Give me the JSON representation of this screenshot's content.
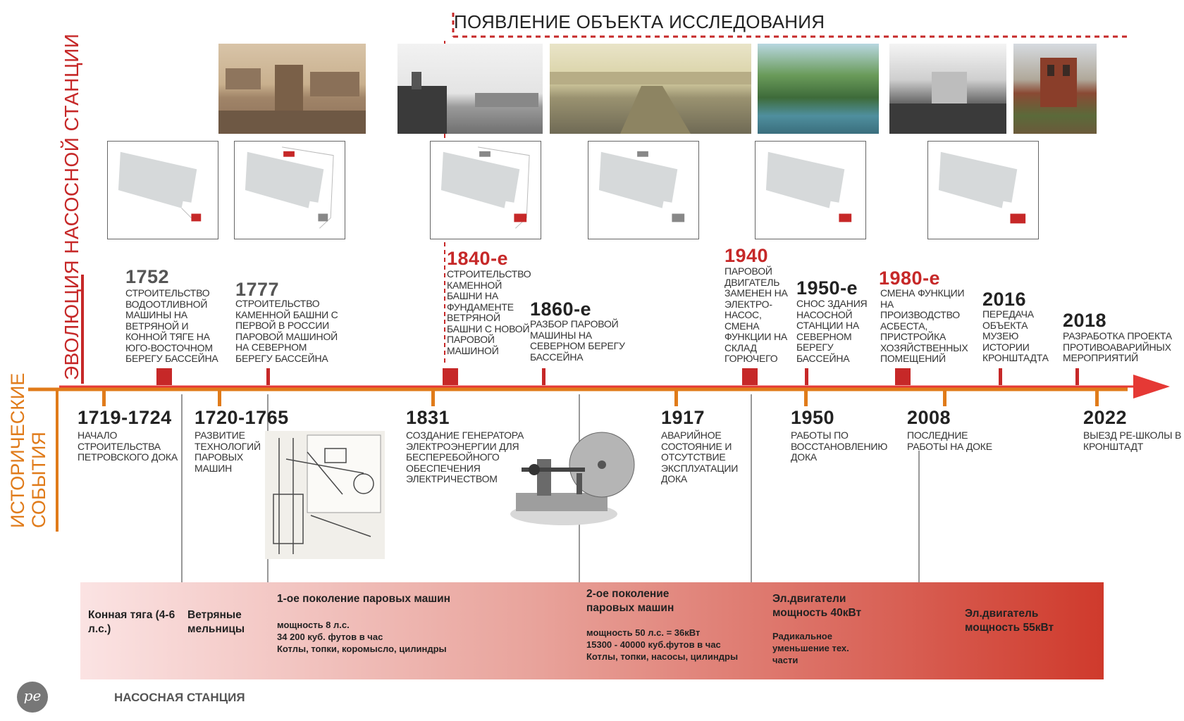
{
  "side_titles": {
    "pump_evolution": "ЭВОЛЮЦИЯ НАСОСНОЙ СТАНЦИИ",
    "historical_events": [
      "ИСТОРИЧЕСКИЕ",
      "СОБЫТИЯ"
    ]
  },
  "research_title": "ПОЯВЛЕНИЕ ОБЪЕКТА ИССЛЕДОВАНИЯ",
  "pump_events": [
    {
      "year": "1752",
      "text": "СТРОИТЕЛЬСТВО ВОДООТЛИВНОЙ МАШИНЫ НА ВЕТРЯНОЙ И КОННОЙ ТЯГЕ НА ЮГО-ВОСТОЧНОМ БЕРЕГУ БАССЕЙНА"
    },
    {
      "year": "1777",
      "text": "СТРОИТЕЛЬСТВО КАМЕННОЙ БАШНИ С ПЕРВОЙ В РОССИИ ПАРОВОЙ МАШИНОЙ НА СЕВЕРНОМ БЕРЕГУ БАССЕЙНА"
    },
    {
      "year": "1840-е",
      "text": "СТРОИТЕЛЬСТВО КАМЕННОЙ БАШНИ НА ФУНДАМЕНТЕ ВЕТРЯНОЙ БАШНИ С НОВОЙ ПАРОВОЙ МАШИНОЙ"
    },
    {
      "year": "1860-е",
      "text": "РАЗБОР ПАРОВОЙ МАШИНЫ НА СЕВЕРНОМ БЕРЕГУ БАССЕЙНА"
    },
    {
      "year": "1940",
      "text": "ПАРОВОЙ ДВИГАТЕЛЬ ЗАМЕНЕН НА ЭЛЕКТРО-НАСОС, СМЕНА ФУНКЦИИ НА СКЛАД ГОРЮЧЕГО"
    },
    {
      "year": "1950-е",
      "text": "СНОС ЗДАНИЯ НАСОСНОЙ СТАНЦИИ НА СЕВЕРНОМ БЕРЕГУ БАССЕЙНА"
    },
    {
      "year": "1980-е",
      "text": "СМЕНА ФУНКЦИИ НА ПРОИЗВОДСТВО АСБЕСТА, ПРИСТРОЙКА ХОЗЯЙСТВЕННЫХ ПОМЕЩЕНИЙ"
    },
    {
      "year": "2016",
      "text": "ПЕРЕДАЧА ОБЪЕКТА МУЗЕЮ ИСТОРИИ КРОНШТАДТА"
    },
    {
      "year": "2018",
      "text": "РАЗРАБОТКА ПРОЕКТА ПРОТИВОАВАРИЙНЫХ МЕРОПРИЯТИЙ"
    }
  ],
  "history_events": [
    {
      "year": "1719-1724",
      "text": "НАЧАЛО СТРОИТЕЛЬСТВА ПЕТРОВСКОГО ДОКА"
    },
    {
      "year": "1720-1765",
      "text": "РАЗВИТИЕ ТЕХНОЛОГИЙ ПАРОВЫХ МАШИН"
    },
    {
      "year": "1831",
      "text": "СОЗДАНИЕ ГЕНЕРАТОРА ЭЛЕКТРОЭНЕРГИИ ДЛЯ БЕСПЕРЕБОЙНОГО ОБЕСПЕЧЕНИЯ ЭЛЕКТРИЧЕСТВОМ"
    },
    {
      "year": "1917",
      "text": "АВАРИЙНОЕ СОСТОЯНИЕ И ОТСУТСТВИЕ ЭКСПЛУАТАЦИИ ДОКА"
    },
    {
      "year": "1950",
      "text": "РАБОТЫ ПО ВОССТАНОВЛЕНИЮ ДОКА"
    },
    {
      "year": "2008",
      "text": "ПОСЛЕДНИЕ РАБОТЫ НА ДОКЕ"
    },
    {
      "year": "2022",
      "text": "ВЫЕЗД PE-ШКОЛЫ В КРОНШТАДТ"
    }
  ],
  "generations": [
    {
      "title": "Конная тяга (4-6 л.с.)"
    },
    {
      "title": "Ветряные мельницы"
    },
    {
      "title": "1-ое поколение паровых машин",
      "lines": [
        "мощность 8 л.с.",
        "34 200 куб. футов в час",
        "Котлы, топки, коромысло, цилиндры"
      ]
    },
    {
      "title": "2-ое поколение паровых машин",
      "lines": [
        "мощность 50 л.с. = 36кВт",
        "15300 - 40000 куб.футов в час",
        "Котлы, топки, насосы, цилиндры"
      ]
    },
    {
      "title": "Эл.двигатели мощность 40кВт",
      "lines": [
        "Радикальное уменьшение тех. части"
      ]
    },
    {
      "title": "Эл.двигатель мощность 55кВт"
    }
  ],
  "footer_label": "НАСОСНАЯ СТАНЦИЯ",
  "logo_text": "pe",
  "colors": {
    "red": "#c62828",
    "orange": "#e07b1a",
    "arrow": "#e53935"
  }
}
